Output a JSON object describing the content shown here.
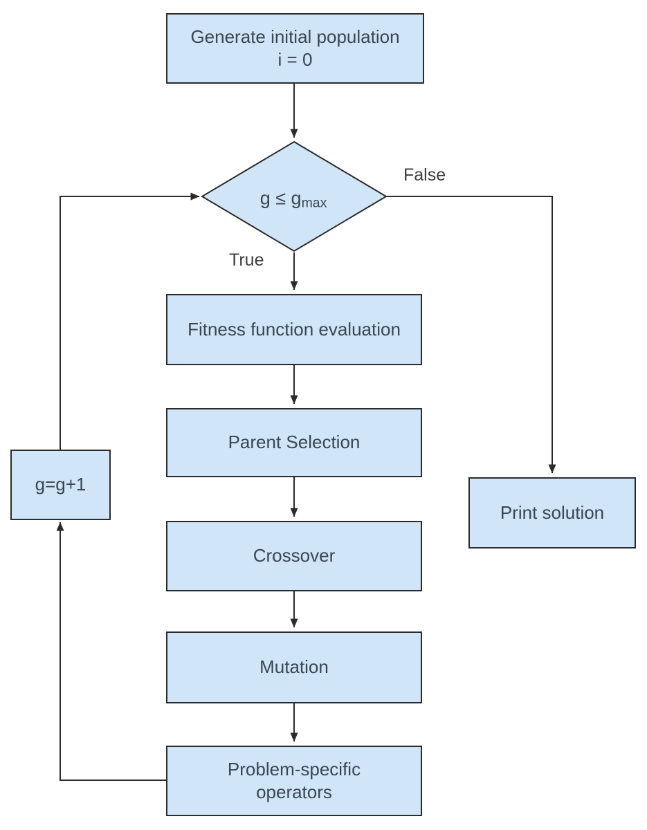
{
  "diagram_type": "flowchart",
  "nodes": {
    "generate": {
      "line1": "Generate initial population",
      "line2": "i = 0"
    },
    "decision": {
      "main": "g ≤ g",
      "sub": "max"
    },
    "fitness": {
      "label": "Fitness function evaluation"
    },
    "parent": {
      "label": "Parent Selection"
    },
    "crossover": {
      "label": "Crossover"
    },
    "mutation": {
      "label": "Mutation"
    },
    "problem": {
      "line1": "Problem-specific",
      "line2": "operators"
    },
    "increment": {
      "label": "g=g+1"
    },
    "print": {
      "label": "Print solution"
    }
  },
  "edge_labels": {
    "true_label": "True",
    "false_label": "False"
  },
  "colors": {
    "node_fill": "#d1e5f8",
    "node_border": "#2b2b2b",
    "node_text": "#394653",
    "edge": "#2b2b2b",
    "label_text": "#3d3d3d",
    "background": "#ffffff"
  }
}
